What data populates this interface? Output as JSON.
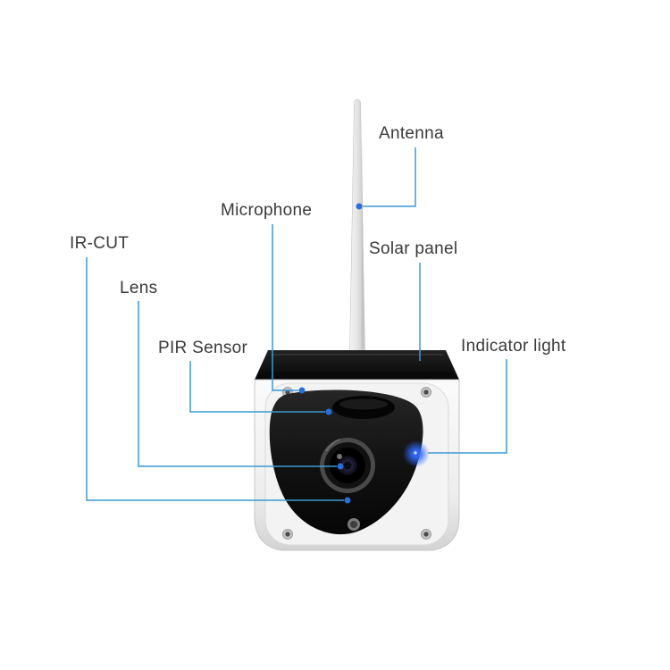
{
  "labels": [
    {
      "id": "antenna",
      "text": "Antenna"
    },
    {
      "id": "microphone",
      "text": "Microphone"
    },
    {
      "id": "solar_panel",
      "text": "Solar panel"
    },
    {
      "id": "ir_cut",
      "text": "IR-CUT"
    },
    {
      "id": "lens",
      "text": "Lens"
    },
    {
      "id": "pir_sensor",
      "text": "PIR Sensor"
    },
    {
      "id": "indicator_light",
      "text": "Indicator light"
    }
  ],
  "colors": {
    "background": "#ffffff",
    "label_text": "#3a3a3a",
    "callout_line": "#3b9ad1",
    "callout_dot": "#2a6fd6",
    "indicator_glow": "#2f6bff"
  }
}
